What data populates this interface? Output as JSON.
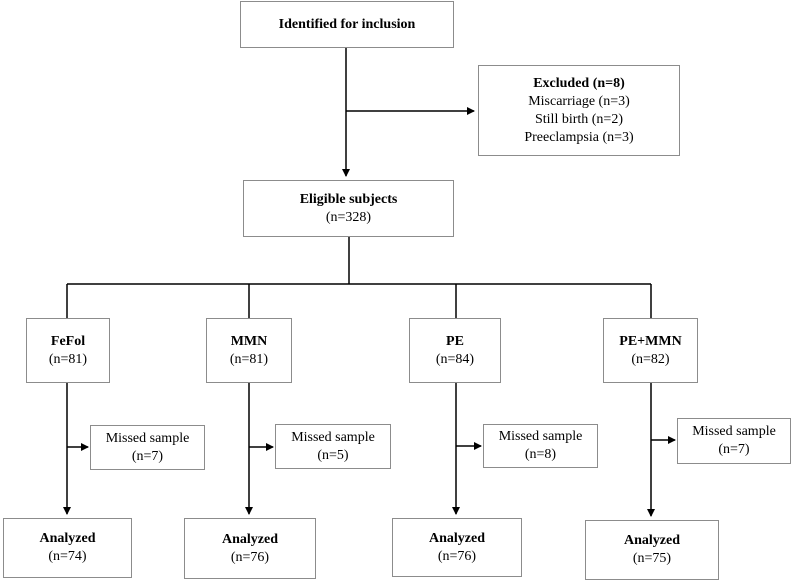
{
  "top": {
    "title": "Identified for inclusion"
  },
  "excluded": {
    "title": "Excluded (n=8)",
    "lines": [
      "Miscarriage (n=3)",
      "Still birth (n=2)",
      "Preeclampsia (n=3)"
    ]
  },
  "eligible": {
    "title": "Eligible subjects",
    "count": "(n=328)"
  },
  "groups": [
    {
      "name": "FeFol",
      "count": "(n=81)",
      "missed_label": "Missed sample",
      "missed_count": "(n=7)",
      "analyzed_label": "Analyzed",
      "analyzed_count": "(n=74)"
    },
    {
      "name": "MMN",
      "count": "(n=81)",
      "missed_label": "Missed sample",
      "missed_count": "(n=5)",
      "analyzed_label": "Analyzed",
      "analyzed_count": "(n=76)"
    },
    {
      "name": "PE",
      "count": "(n=84)",
      "missed_label": "Missed sample",
      "missed_count": "(n=8)",
      "analyzed_label": "Analyzed",
      "analyzed_count": "(n=76)"
    },
    {
      "name": "PE+MMN",
      "count": "(n=82)",
      "missed_label": "Missed sample",
      "missed_count": "(n=7)",
      "analyzed_label": "Analyzed",
      "analyzed_count": "(n=75)"
    }
  ]
}
